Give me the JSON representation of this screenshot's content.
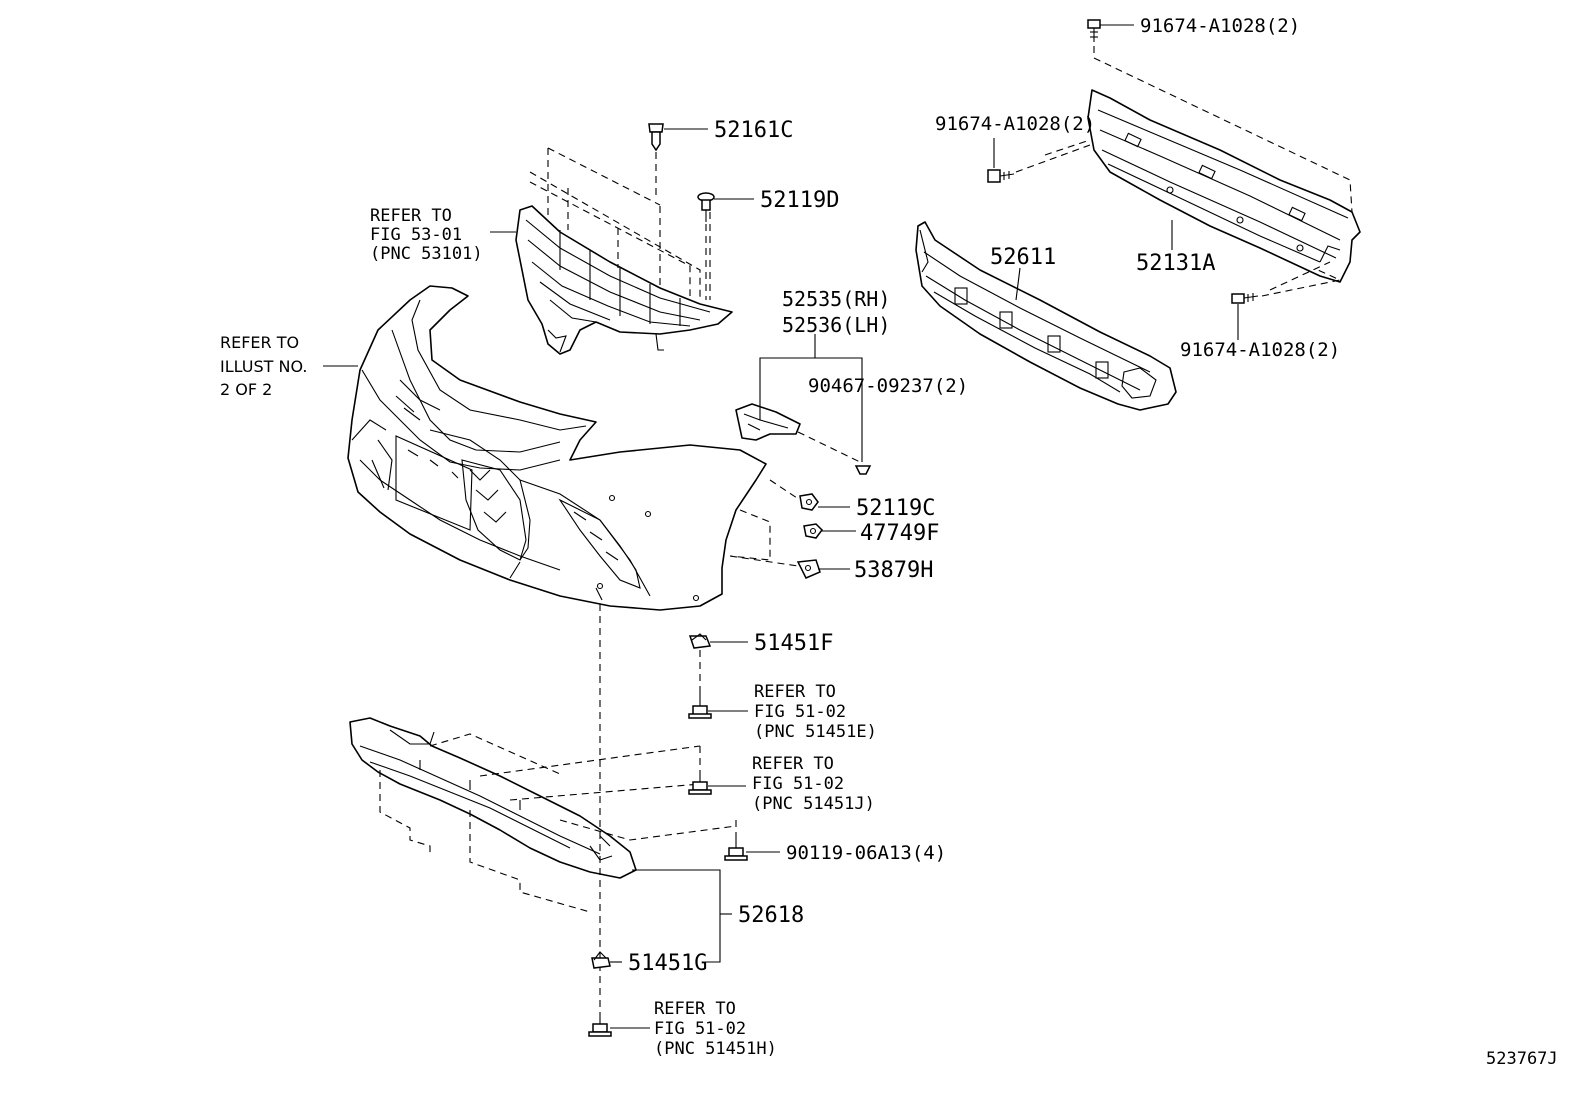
{
  "labels": {
    "p91674_top": "91674-A1028(2)",
    "p91674_left": "91674-A1028(2)",
    "p91674_right": "91674-A1028(2)",
    "p52161c": "52161C",
    "p52119d": "52119D",
    "p52611": "52611",
    "p52131a": "52131A",
    "p52535": "52535(RH)",
    "p52536": "52536(LH)",
    "p90467": "90467-09237(2)",
    "p52119c": "52119C",
    "p47749f": "47749F",
    "p53879h": "53879H",
    "p51451f": "51451F",
    "p90119": "90119-06A13(4)",
    "p52618": "52618",
    "p51451g": "51451G",
    "diagram_id": "523767J"
  },
  "refer_fig53": [
    "REFER TO",
    "FIG 53-01",
    "(PNC 53101)"
  ],
  "refer_illust": [
    "REFER TO",
    "ILLUST NO.",
    "2 OF 2"
  ],
  "refer_51451e": [
    "REFER TO",
    "FIG 51-02",
    "(PNC 51451E)"
  ],
  "refer_51451j": [
    "REFER TO",
    "FIG 51-02",
    "(PNC 51451J)"
  ],
  "refer_51451h": [
    "REFER TO",
    "FIG 51-02",
    "(PNC 51451H)"
  ]
}
